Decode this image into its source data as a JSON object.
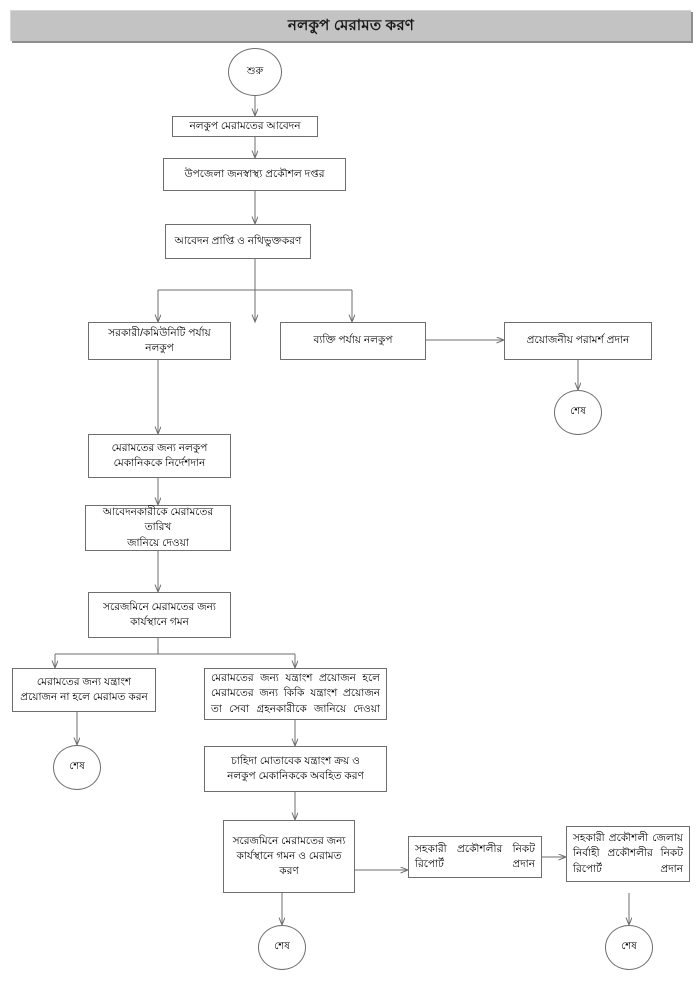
{
  "header": {
    "title": "নলকুপ মেরামত করণ",
    "bg_color": "#c3c3c3"
  },
  "theme": {
    "line_color": "#6e6e6e",
    "box_border": "#6e6e6e",
    "box_fill": "#ffffff",
    "text_color": "#000000"
  },
  "flowchart": {
    "type": "flowchart",
    "nodes": {
      "start": {
        "shape": "oval",
        "label": "শুরু"
      },
      "n1": {
        "shape": "rect",
        "label": "নলকুপ মেরামতের আবেদন"
      },
      "n2": {
        "shape": "rect",
        "label": "উপজেলা জনস্বাস্থ্য প্রকৌশল দপ্তর"
      },
      "n3": {
        "shape": "rect",
        "label": "আবেদন প্রাপ্তি ও নথিভুক্তকরণ"
      },
      "branch_gov": {
        "shape": "rect",
        "label": "সরকারী/কমিউনিটি পর্যায় নলকুপ"
      },
      "branch_personal": {
        "shape": "rect",
        "label": "ব্যক্তি পর্যায় নলকুপ"
      },
      "advice": {
        "shape": "rect",
        "label": "প্রয়োজনীয় পরামর্শ প্রদান"
      },
      "end_advice": {
        "shape": "oval",
        "label": "শেষ"
      },
      "mechanic": {
        "shape": "rect",
        "line1": "মেরামতের জন্য নলকুপ",
        "line2": "মেকানিককে নির্দেশদান"
      },
      "inform_date": {
        "shape": "rect",
        "line1": "আবেদনকারীকে মেরামতের তারিখ",
        "line2": "জানিয়ে দেওয়া"
      },
      "visit_site": {
        "shape": "rect",
        "line1": "সরেজমিনে মেরামতের জন্য",
        "line2": "কার্যস্থানে গমন"
      },
      "no_parts": {
        "shape": "rect",
        "line1": "মেরামতের জন্য যন্ত্রাংশ",
        "line2": "প্রয়োজন না হলে মেরামত করন"
      },
      "end_no_parts": {
        "shape": "oval",
        "label": "শেষ"
      },
      "need_parts": {
        "shape": "rect",
        "line1": "মেরামতের জন্য যন্ত্রাংশ প্রয়োজন হলে",
        "line2": "মেরামতের জন্য কিকি যন্ত্রাংশ প্রয়োজন",
        "line3": "তা সেবা গ্রহনকারীকে জানিয়ে দেওয়া"
      },
      "buy_parts": {
        "shape": "rect",
        "line1": "চাহিদা মোতাবেক যন্ত্রাংশ ক্রয় ও",
        "line2": "নলকুপ মেকানিককে অবহিত করণ"
      },
      "repair_site": {
        "shape": "rect",
        "line1": "সরেজমিনে মেরামতের জন্য",
        "line2": "কার্যস্থানে গমন ও মেরামত",
        "line3": "করণ"
      },
      "end_repair": {
        "shape": "oval",
        "label": "শেষ"
      },
      "report_ae": {
        "shape": "rect",
        "line1": "সহকারী  প্রকৌশলীর  নিকট",
        "line2": "রিপোর্ট প্রদান"
      },
      "report_ee": {
        "shape": "rect",
        "line1": "সহকারী  প্রকৌশলী  জেলায়",
        "line2": "নির্বাহী  প্রকৌশলীর  নিকট",
        "line3": "রিপোর্ট প্রদান"
      },
      "end_report": {
        "shape": "oval",
        "label": "শেষ"
      }
    },
    "edges": [
      {
        "from": "start",
        "to": "n1"
      },
      {
        "from": "n1",
        "to": "n2"
      },
      {
        "from": "n2",
        "to": "n3"
      },
      {
        "from": "n3",
        "to": "branch_gov"
      },
      {
        "from": "n3",
        "to": "branch_personal"
      },
      {
        "from": "branch_personal",
        "to": "advice"
      },
      {
        "from": "advice",
        "to": "end_advice"
      },
      {
        "from": "branch_gov",
        "to": "mechanic"
      },
      {
        "from": "mechanic",
        "to": "inform_date"
      },
      {
        "from": "inform_date",
        "to": "visit_site"
      },
      {
        "from": "visit_site",
        "to": "no_parts"
      },
      {
        "from": "visit_site",
        "to": "need_parts"
      },
      {
        "from": "no_parts",
        "to": "end_no_parts"
      },
      {
        "from": "need_parts",
        "to": "buy_parts"
      },
      {
        "from": "buy_parts",
        "to": "repair_site"
      },
      {
        "from": "repair_site",
        "to": "end_repair"
      },
      {
        "from": "repair_site",
        "to": "report_ae"
      },
      {
        "from": "report_ae",
        "to": "report_ee"
      },
      {
        "from": "report_ee",
        "to": "end_report"
      }
    ]
  }
}
